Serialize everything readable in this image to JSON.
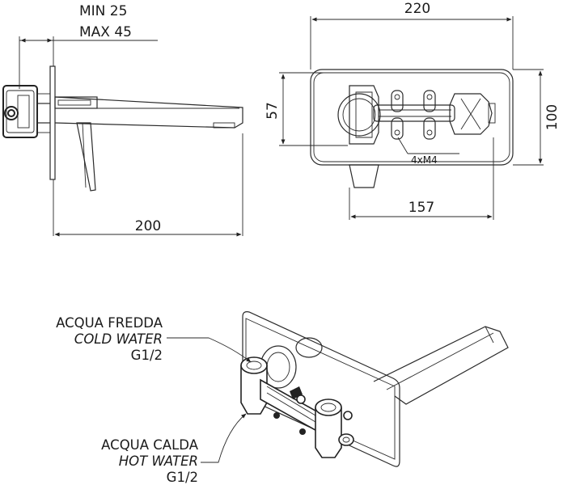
{
  "dimensions": {
    "min_depth": "MIN  25",
    "max_depth": "MAX 45",
    "spout_length": "200",
    "plate_width": "220",
    "plate_height": "100",
    "inlet_spacing": "57",
    "body_length": "157",
    "screws": "4xM4"
  },
  "labels": {
    "cold": {
      "it": "ACQUA FREDDA",
      "en": "COLD WATER",
      "thread": "G1/2"
    },
    "hot": {
      "it": "ACQUA CALDA",
      "en": "HOT WATER",
      "thread": "G1/2"
    }
  },
  "colors": {
    "line": "#2a2a2a",
    "background": "#ffffff"
  }
}
